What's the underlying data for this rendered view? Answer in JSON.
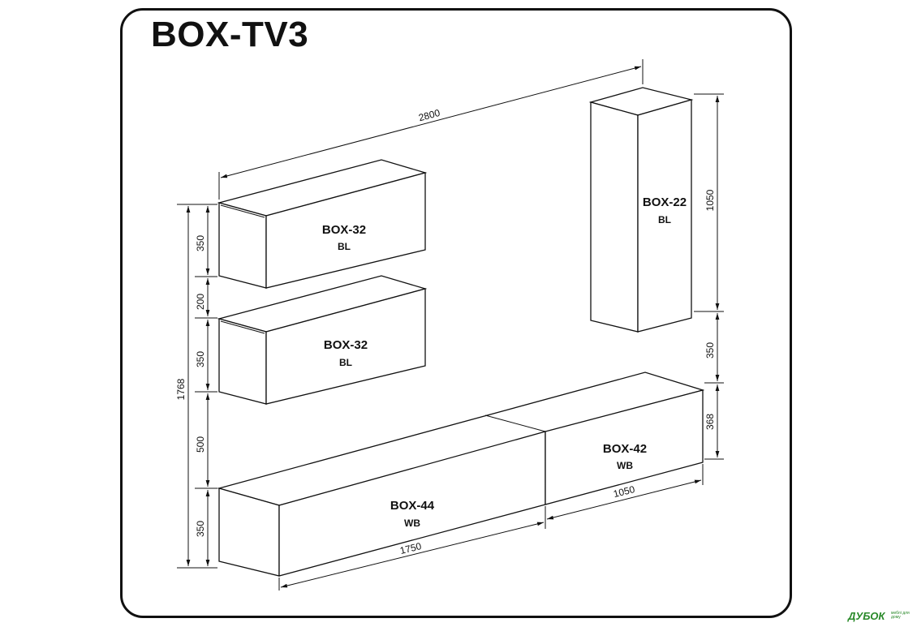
{
  "title": "BOX-TV3",
  "modules": {
    "top_wall": {
      "name": "BOX-32",
      "code": "BL"
    },
    "mid_wall": {
      "name": "BOX-32",
      "code": "BL"
    },
    "tall": {
      "name": "BOX-22",
      "code": "BL"
    },
    "tv_left": {
      "name": "BOX-44",
      "code": "WB"
    },
    "tv_right": {
      "name": "BOX-42",
      "code": "WB"
    }
  },
  "dimensions": {
    "total_width": "2800",
    "total_height": "1768",
    "top_height": "350",
    "gap_upper": "200",
    "mid_height": "350",
    "gap_lower": "500",
    "tv_height_left": "350",
    "tall_height": "1050",
    "gap_tall": "350",
    "tv_height_right": "368",
    "tv_left_width": "1750",
    "tv_right_width": "1050"
  },
  "brand": {
    "name": "ДУБОК",
    "tagline": "меблі для дому"
  }
}
